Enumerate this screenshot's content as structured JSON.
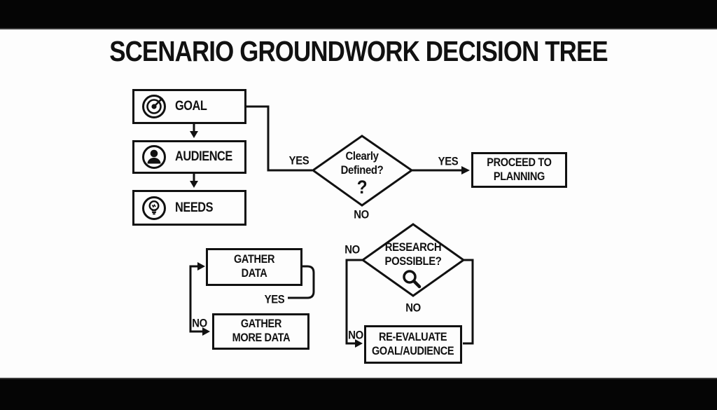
{
  "title": "SCENARIO GROUNDWORK DECISION TREE",
  "colors": {
    "ink": "#111111",
    "paper": "#fdfdfd",
    "letterbox": "#000000"
  },
  "nodes": {
    "goal": {
      "label": "GOAL"
    },
    "audience": {
      "label": "AUDIENCE"
    },
    "needs": {
      "label": "NEEDS"
    },
    "clearly_defined": {
      "line1": "Clearly",
      "line2": "Defined?",
      "mark": "?"
    },
    "research_possible": {
      "line1": "RESEARCH",
      "line2": "POSSIBLE?"
    },
    "proceed": {
      "line1": "PROCEED TO",
      "line2": "PLANNING"
    },
    "gather_data": {
      "line1": "GATHER",
      "line2": "DATA"
    },
    "gather_more_data": {
      "line1": "GATHER",
      "line2": "MORE DATA"
    },
    "reevaluate": {
      "line1": "RE-EVALUATE",
      "line2": "GOAL/AUDIENCE"
    }
  },
  "edge_labels": {
    "yes_from_goal": "YES",
    "yes_to_proceed": "YES",
    "no_below_clearly": "NO",
    "yes_gather_loop": "YES",
    "no_gather_more": "NO",
    "no_left_research": "NO",
    "no_below_research": "NO",
    "no_to_reevaluate": "NO"
  },
  "icons": {
    "goal": "target-icon",
    "audience": "person-icon",
    "needs": "lightbulb-icon",
    "research_possible": "magnifier-icon"
  }
}
